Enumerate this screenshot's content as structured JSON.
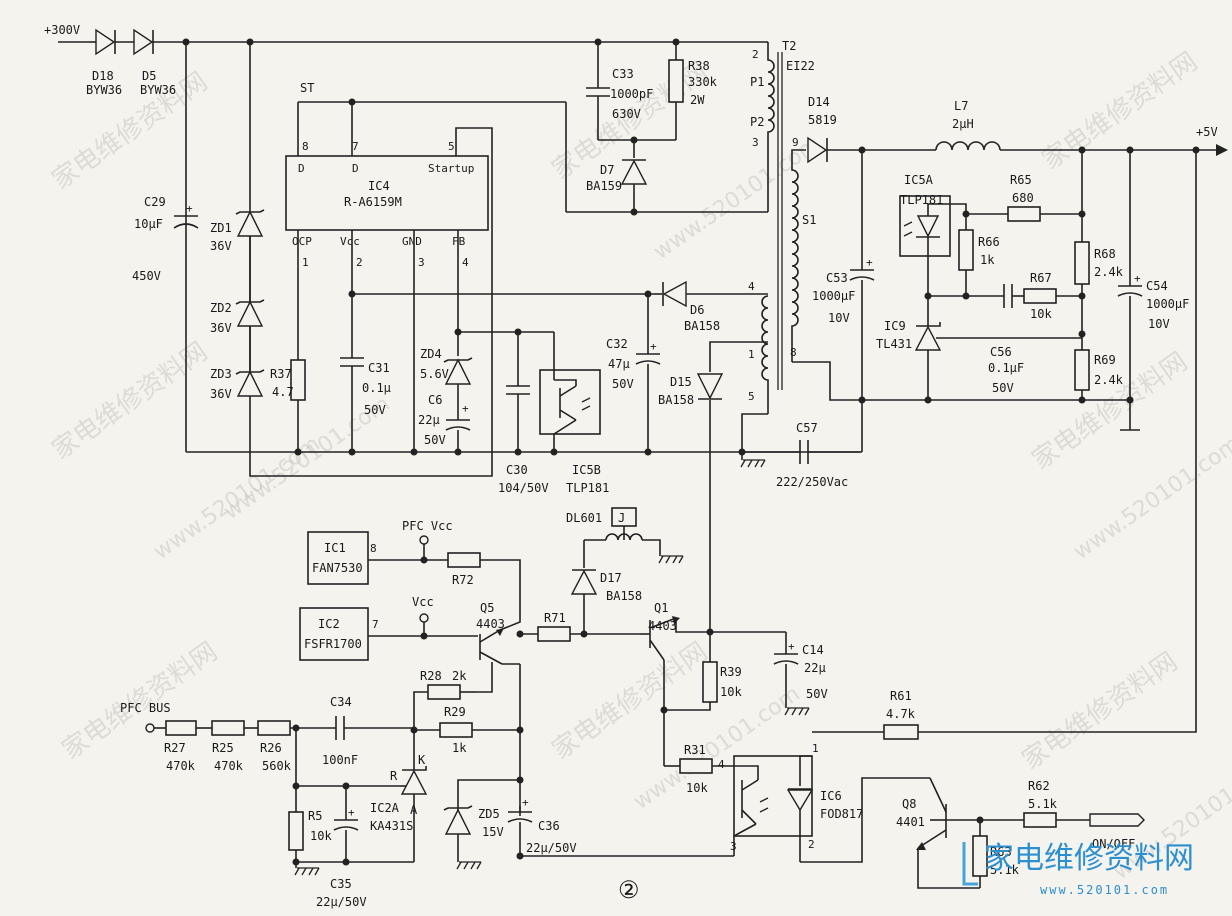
{
  "rails": {
    "hv": "+300V",
    "out": "+5V",
    "st": "ST"
  },
  "ic4": {
    "ref": "IC4",
    "part": "R-A6159M",
    "pins": {
      "d8": "D",
      "d7": "D",
      "startup": "Startup",
      "ocp": "OCP",
      "vcc": "Vcc",
      "gnd": "GND",
      "fb": "FB"
    },
    "pinnums": {
      "p8": "8",
      "p7": "7",
      "p5": "5",
      "p1": "1",
      "p2": "2",
      "p3": "3",
      "p4": "4"
    }
  },
  "t2": {
    "ref": "T2",
    "part": "EI22",
    "p1": "P1",
    "p2": "P2",
    "s1": "S1",
    "pins": {
      "n2": "2",
      "n3": "3",
      "n9": "9",
      "n4": "4",
      "n1": "1",
      "n5": "5",
      "n8": "8"
    }
  },
  "labels": {
    "d18": "D18",
    "d18v": "BYW36",
    "d5": "D5",
    "d5v": "BYW36",
    "c33": "C33",
    "c33v": "1000pF",
    "c33v2": "630V",
    "r38": "R38",
    "r38v": "330k",
    "r38v2": "2W",
    "d7": "D7",
    "d7v": "BA159",
    "c29": "C29",
    "c29v": "10μF",
    "c29v2": "450V",
    "zd1": "ZD1",
    "zd1v": "36V",
    "zd2": "ZD2",
    "zd2v": "36V",
    "zd3": "ZD3",
    "zd3v": "36V",
    "r37": "R37",
    "r37v": "4.7",
    "c31": "C31",
    "c31v": "0.1μ",
    "c31v2": "50V",
    "zd4": "ZD4",
    "zd4v": "5.6V",
    "c6": "C6",
    "c6v": "22μ",
    "c6v2": "50V",
    "c30": "C30",
    "c30v": "104/50V",
    "ic5b": "IC5B",
    "ic5bv": "TLP181",
    "c32": "C32",
    "c32v": "47μ",
    "c32v2": "50V",
    "d6": "D6",
    "d6v": "BA158",
    "d15": "D15",
    "d15v": "BA158",
    "d14": "D14",
    "d14v": "5819",
    "l7": "L7",
    "l7v": "2μH",
    "c53": "C53",
    "c53v": "1000μF",
    "c53v2": "10V",
    "ic5a": "IC5A",
    "ic5av": "TLP181",
    "r65": "R65",
    "r65v": "680",
    "r66": "R66",
    "r66v": "1k",
    "r67": "R67",
    "r67v": "10k",
    "r68": "R68",
    "r68v": "2.4k",
    "c54": "C54",
    "c54v": "1000μF",
    "c54v2": "10V",
    "ic9": "IC9",
    "ic9v": "TL431",
    "c56": "C56",
    "c56v": "0.1μF",
    "c56v2": "50V",
    "r69": "R69",
    "r69v": "2.4k",
    "c57": "C57",
    "c57v": "222/250Vac",
    "dl601": "DL601",
    "j": "J",
    "d17": "D17",
    "d17v": "BA158",
    "ic1": "IC1",
    "ic1v": "FAN7530",
    "ic1pin": "8",
    "pfcvcc": "PFC Vcc",
    "ic2": "IC2",
    "ic2v": "FSFR1700",
    "ic2pin": "7",
    "vcc": "Vcc",
    "r72": "R72",
    "q5": "Q5",
    "q5v": "4403",
    "r71": "R71",
    "q1": "Q1",
    "q1v": "4403",
    "c14": "C14",
    "c14v": "22μ",
    "c14v2": "50V",
    "r39": "R39",
    "r39v": "10k",
    "r28": "R28",
    "r28v": "2k",
    "r29": "R29",
    "r29v": "1k",
    "pfcbus": "PFC BUS",
    "r27": "R27",
    "r27v": "470k",
    "r25": "R25",
    "r25v": "470k",
    "r26": "R26",
    "r26v": "560k",
    "c34": "C34",
    "c34v": "100nF",
    "ic2a": "IC2A",
    "ic2av": "KA431S",
    "k": "K",
    "r": "R",
    "a": "A",
    "r5": "R5",
    "r5v": "10k",
    "c35": "C35",
    "c35v": "22μ/50V",
    "zd5": "ZD5",
    "zd5v": "15V",
    "c36": "C36",
    "c36v": "22μ/50V",
    "r31": "R31",
    "r31v": "10k",
    "ic6": "IC6",
    "ic6v": "FOD817",
    "ic6p4": "4",
    "ic6p1": "1",
    "ic6p3": "3",
    "ic6p2": "2",
    "r61": "R61",
    "r61v": "4.7k",
    "q8": "Q8",
    "q8v": "4401",
    "r62": "R62",
    "r62v": "5.1k",
    "r63": "R63",
    "r63v": "5.1k",
    "onoff": "ON/OFF",
    "sheet": "②"
  },
  "watermarks": {
    "cn": "家电维修资料网",
    "site": "www.520101.com",
    "logo": "家电维修资料网",
    "logo_url": "www.520101.com"
  }
}
